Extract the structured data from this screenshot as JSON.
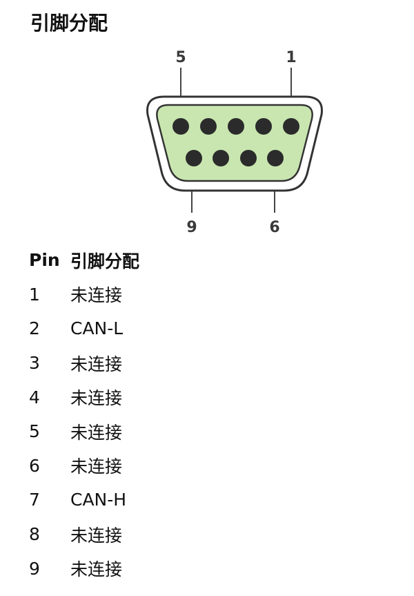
{
  "title": "引脚分配",
  "diagram": {
    "top_labels": {
      "left": "5",
      "right": "1"
    },
    "bottom_labels": {
      "left": "9",
      "right": "6"
    },
    "colors": {
      "fill": "#c9e6b0",
      "outline": "#333333",
      "pin": "#2b2b2b"
    }
  },
  "table": {
    "headers": {
      "pin": "Pin",
      "assignment": "引脚分配"
    },
    "rows": [
      {
        "pin": "1",
        "assignment": "未连接"
      },
      {
        "pin": "2",
        "assignment": "CAN-L"
      },
      {
        "pin": "3",
        "assignment": "未连接"
      },
      {
        "pin": "4",
        "assignment": "未连接"
      },
      {
        "pin": "5",
        "assignment": "未连接"
      },
      {
        "pin": "6",
        "assignment": "未连接"
      },
      {
        "pin": "7",
        "assignment": "CAN-H"
      },
      {
        "pin": "8",
        "assignment": "未连接"
      },
      {
        "pin": "9",
        "assignment": "未连接"
      }
    ]
  }
}
